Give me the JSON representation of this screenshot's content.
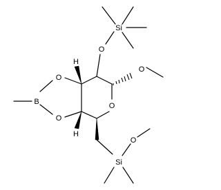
{
  "molecule": {
    "atoms": {
      "si_top": "Si",
      "o_top": "O",
      "o_methoxy": "O",
      "o_ring": "O",
      "o_dioxa_top": "O",
      "o_dioxa_bottom": "O",
      "b": "B",
      "h_top": "H",
      "h_bottom": "H",
      "o_si_bottom": "O",
      "si_bottom": "Si"
    }
  }
}
